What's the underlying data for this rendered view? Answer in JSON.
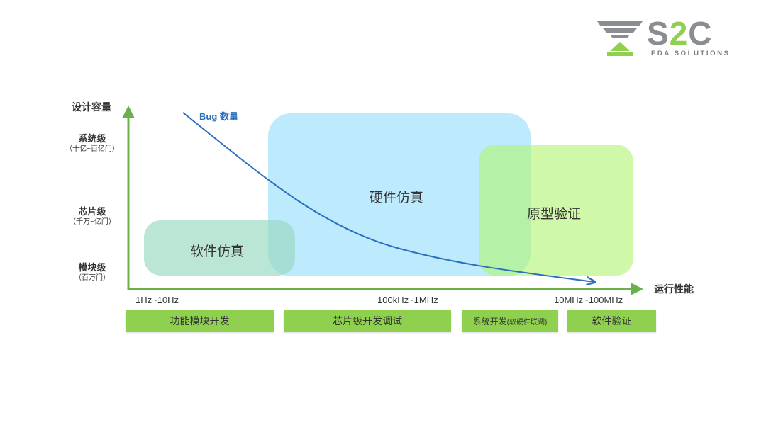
{
  "logo": {
    "text": "S2C",
    "subtitle": "EDA SOLUTIONS",
    "accent": "#8fd14f",
    "gray": "#8a8d92"
  },
  "axes": {
    "y_title": "设计容量",
    "x_title": "运行性能",
    "y_levels": [
      {
        "label": "系统级",
        "sub": "（十亿~百亿门）"
      },
      {
        "label": "芯片级",
        "sub": "（千万~亿门）"
      },
      {
        "label": "模块级",
        "sub": "（百万门）"
      }
    ],
    "x_ticks": [
      "1Hz~10Hz",
      "100kHz~1MHz",
      "10MHz~100MHz"
    ],
    "axis_color": "#6ab04c"
  },
  "curve": {
    "label": "Bug 数量",
    "color": "#2c6fc0"
  },
  "regions": {
    "software": "软件仿真",
    "hardware": "硬件仿真",
    "prototype": "原型验证"
  },
  "phases": {
    "p1": "功能模块开发",
    "p2": "芯片级开发调试",
    "p3_main": "系统开发",
    "p3_paren": "(软硬件联调)",
    "p4": "软件验证",
    "color": "#8fd14f"
  }
}
